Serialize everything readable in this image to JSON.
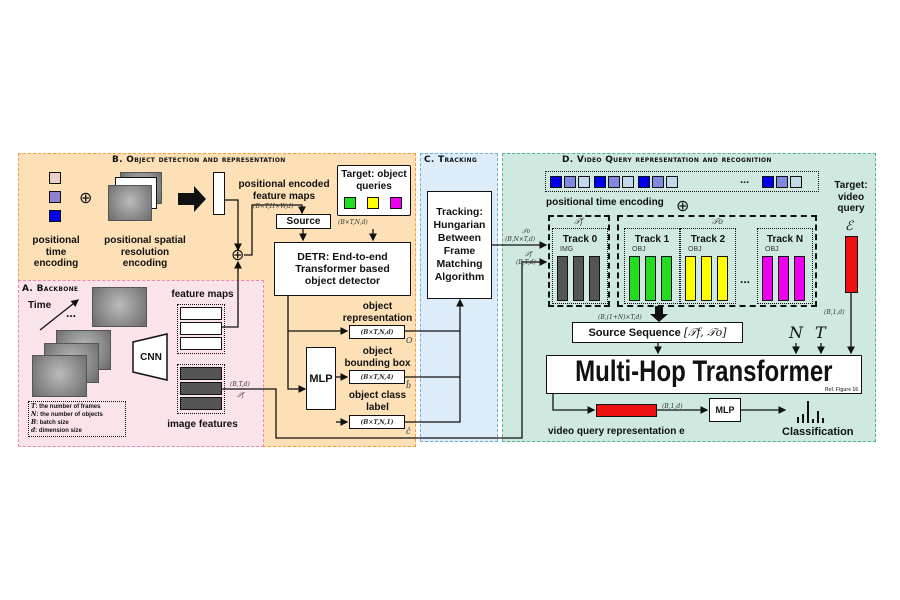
{
  "panels": {
    "a_title": "A. Backbone",
    "b_title": "B. Object detection and representation",
    "c_title": "C. Tracking",
    "d_title": "D. Video Query representation and recognition"
  },
  "backbone": {
    "time_label": "Time",
    "ellipsis": "...",
    "cnn_label": "CNN",
    "feature_maps_label": "feature maps",
    "image_features_label": "image features",
    "image_features_dims": "(B,T,d)",
    "image_features_symbol": "𝒯f",
    "legend": [
      {
        "sym": "T",
        "text": ": the number of frames"
      },
      {
        "sym": "N",
        "text": ": the number of objects"
      },
      {
        "sym": "B",
        "text": ": batch size"
      },
      {
        "sym": "d",
        "text": ": dimension size"
      }
    ]
  },
  "detection": {
    "pos_time_label": "positional time encoding",
    "pos_spatial_label": "positional spatial resolution encoding",
    "oplus": "⊕",
    "pos_encoded_label": "positional encoded feature maps",
    "pos_encoded_dims": "(B×T,H×W,d)",
    "source_label": "Source",
    "target_label": "Target: object queries",
    "target_dims": "(B×T,N,d)",
    "detr_label": "DETR: End-to-end Transformer based object detector",
    "mlp_label": "MLP",
    "outputs": [
      {
        "label": "object representation",
        "dims": "(B×T,N,d)",
        "symbol": "O"
      },
      {
        "label": "object bounding box",
        "dims": "(B×T,N,4)",
        "symbol": "b̂"
      },
      {
        "label": "object class label",
        "dims": "(B×T,N,1)",
        "symbol": "ĉ"
      }
    ],
    "query_colors": [
      "#22dd22",
      "#ffff00",
      "#ee00ee"
    ],
    "time_colors": [
      "#e8d0c8",
      "#9080d0",
      "#0000ee"
    ]
  },
  "tracking": {
    "label": "Tracking: Hungarian Between Frame Matching Algorithm"
  },
  "video_query": {
    "pos_time_label": "positional time encoding",
    "ellipsis": "...",
    "tf_symbol": "𝒯f",
    "to_symbol": "𝒯o",
    "in_dims_o": "(B,N×T,d)",
    "in_dims_f": "(B,T,d)",
    "tracks": [
      {
        "name": "Track 0",
        "type": "IMG",
        "color": "#555555"
      },
      {
        "name": "Track 1",
        "type": "OBJ",
        "color": "#22dd22"
      },
      {
        "name": "Track 2",
        "type": "OBJ",
        "color": "#ffff00"
      },
      {
        "name": "Track N",
        "type": "OBJ",
        "color": "#ee00ee"
      }
    ],
    "tracks_ellipsis": "...",
    "seq_dims": "(B,(1+N)×T,d)",
    "source_sequence_label": "Source Sequence",
    "source_sequence_math": "[𝒯f, 𝒯o]",
    "target_label": "Target: video query",
    "target_symbol": "ℰ",
    "target_dims": "(B,1,d)",
    "n_label": "N",
    "t_label": "T",
    "transformer_label": "Multi-Hop Transformer",
    "transformer_ref": "Ref. Figure 16",
    "repr_label": "video query representation e",
    "repr_dims": "(B,1,d)",
    "mlp_label": "MLP",
    "classification_label": "Classification",
    "query_color": "#ee1111"
  }
}
